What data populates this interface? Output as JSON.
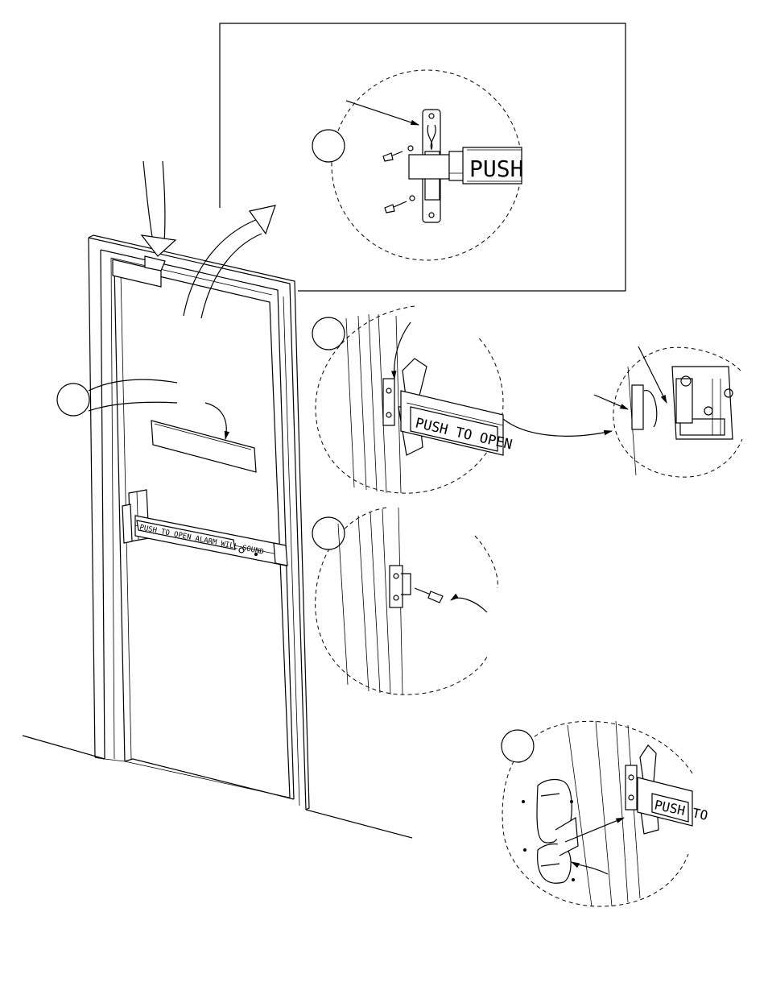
{
  "labels": {
    "push_bar_main": "PUSH TO OPEN ALARM WILL SOUND",
    "push_detail_top": "PUSH",
    "push_detail_middle": "PUSH TO OPEN",
    "push_detail_bottom": "PUSH TO"
  },
  "colors": {
    "line": "#000000",
    "background": "#ffffff"
  }
}
